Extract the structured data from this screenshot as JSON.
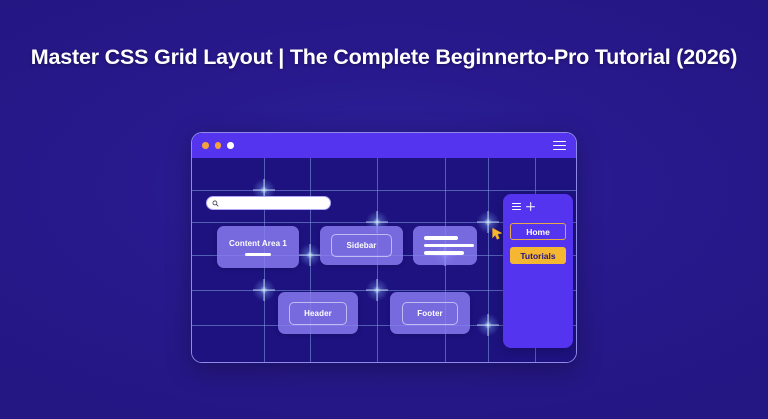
{
  "headline": {
    "text": "Master CSS Grid Layout | The Complete Beginnerto-Pro Tutorial (2026)"
  },
  "browser": {
    "titlebar": {
      "dots": [
        "orange",
        "orange",
        "white"
      ],
      "menu_icon": "hamburger-icon"
    },
    "search": {
      "icon": "search-icon",
      "value": "",
      "placeholder": ""
    },
    "blocks": [
      {
        "id": "content-area-1",
        "label": "Content Area 1",
        "style": "filled-underline"
      },
      {
        "id": "sidebar",
        "label": "Sidebar",
        "style": "filled-inner-outline"
      },
      {
        "id": "lines-widget",
        "label": "",
        "style": "lines"
      },
      {
        "id": "header",
        "label": "Header",
        "style": "filled-inner-outline"
      },
      {
        "id": "footer",
        "label": "Footer",
        "style": "filled-inner-outline"
      }
    ],
    "nav_panel": {
      "icons": [
        "hamburger-icon",
        "plus-icon"
      ],
      "items": [
        {
          "label": "Home",
          "state": "outlined",
          "accent": "#e6a84b"
        },
        {
          "label": "Tutorials",
          "state": "active",
          "accent": "#f5b731"
        }
      ]
    },
    "cursor": {
      "icon": "cursor-arrow-icon",
      "color": "#f5b731"
    }
  },
  "colors": {
    "page_background": "#271a8c",
    "window_chrome": "#5434ef",
    "canvas": "#1d1280",
    "grid_line": "#7f9ce0",
    "block_fill": "#8b7ef3",
    "accent_amber": "#f5b731",
    "text_light": "#ffffff"
  }
}
